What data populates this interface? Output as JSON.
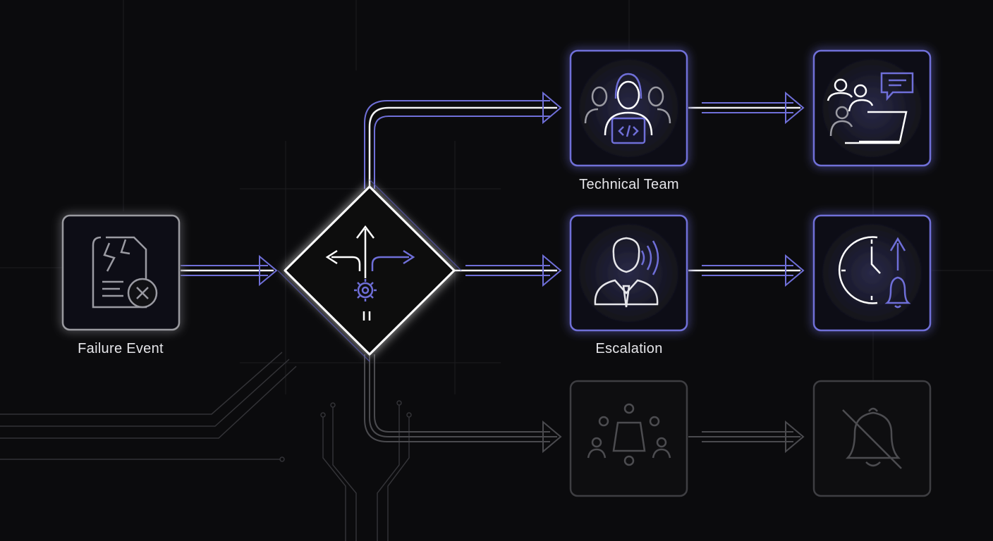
{
  "nodes": {
    "failure": {
      "label": "Failure Event",
      "icon": "broken-document-error-icon"
    },
    "router": {
      "icon": "decision-routing-gear-icon"
    },
    "technical": {
      "label": "Technical Team",
      "icon": "developer-with-headset-team-icon"
    },
    "collab": {
      "icon": "team-meeting-laptop-chat-icon"
    },
    "escalation": {
      "label": "Escalation",
      "icon": "manager-speaking-icon"
    },
    "priority": {
      "icon": "clock-priority-bell-icon"
    },
    "meeting": {
      "icon": "conference-table-icon"
    },
    "muted": {
      "icon": "bell-off-icon"
    }
  },
  "colors": {
    "accent": "#6f6fd8",
    "active_line": "#f2f2f5",
    "inactive": "#4a4a4e",
    "background": "#0b0b0d"
  }
}
